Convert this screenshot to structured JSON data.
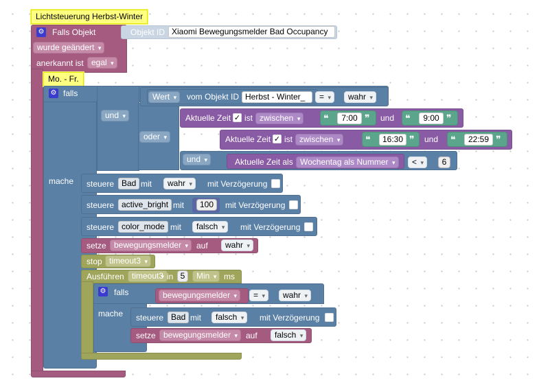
{
  "trigger": {
    "comment": "Lichtsteuerung Herbst-Winter",
    "falls_objekt": "Falls Objekt",
    "objekt_id_label": "Objekt ID",
    "objekt_id_value": "Xiaomi Bewegungsmelder Bad Occupancy",
    "wurde": "wurde geändert",
    "anerkannt_label": "anerkannt ist",
    "anerkannt_value": "egal"
  },
  "inner": {
    "comment": "Mo. - Fr.",
    "falls": "falls",
    "mache": "mache",
    "und": "und",
    "oder": "oder",
    "und2": "und"
  },
  "cond_wert": {
    "wert": "Wert",
    "vom": "vom Objekt ID",
    "objekt": "Herbst - Winter_",
    "op": "=",
    "val": "wahr"
  },
  "time1": {
    "label": "Aktuelle Zeit",
    "checked": "✓",
    "ist": "ist",
    "mode": "zwischen",
    "from": "7:00",
    "und": "und",
    "to": "9:00"
  },
  "time2": {
    "label": "Aktuelle Zeit",
    "checked": "✓",
    "ist": "ist",
    "mode": "zwischen",
    "from": "16:30",
    "und": "und",
    "to": "22:59"
  },
  "weekday": {
    "label": "Aktuelle Zeit als",
    "mode": "Wochentag als Nummer",
    "op": "<",
    "val": "6"
  },
  "actions": {
    "steuere": "steuere",
    "mit": "mit",
    "verz": "mit Verzögerung",
    "a1_obj": "Bad",
    "a1_val": "wahr",
    "a2_obj": "active_bright",
    "a2_val": "100",
    "a3_obj": "color_mode",
    "a3_val": "falsch",
    "setze": "setze",
    "s1_var": "bewegungsmelder",
    "auf": "auf",
    "s1_val": "wahr",
    "stop": "stop",
    "stop_val": "timeout3",
    "ausfuehren": "Ausführen",
    "timer": "timeout3",
    "in": "in",
    "delay": "5",
    "unit": "Min",
    "ms": "ms"
  },
  "nested": {
    "falls": "falls",
    "mache": "mache",
    "var": "bewegungsmelder",
    "op": "=",
    "val": "wahr",
    "st_obj": "Bad",
    "st_val": "falsch",
    "setze_var": "bewegungsmelder",
    "setze_val": "falsch"
  },
  "colors": {
    "trigger": "#a55b80",
    "logic": "#5b80a5",
    "time": "#8a5ba5",
    "timer": "#9fa55b",
    "comment": "#ffff80"
  }
}
